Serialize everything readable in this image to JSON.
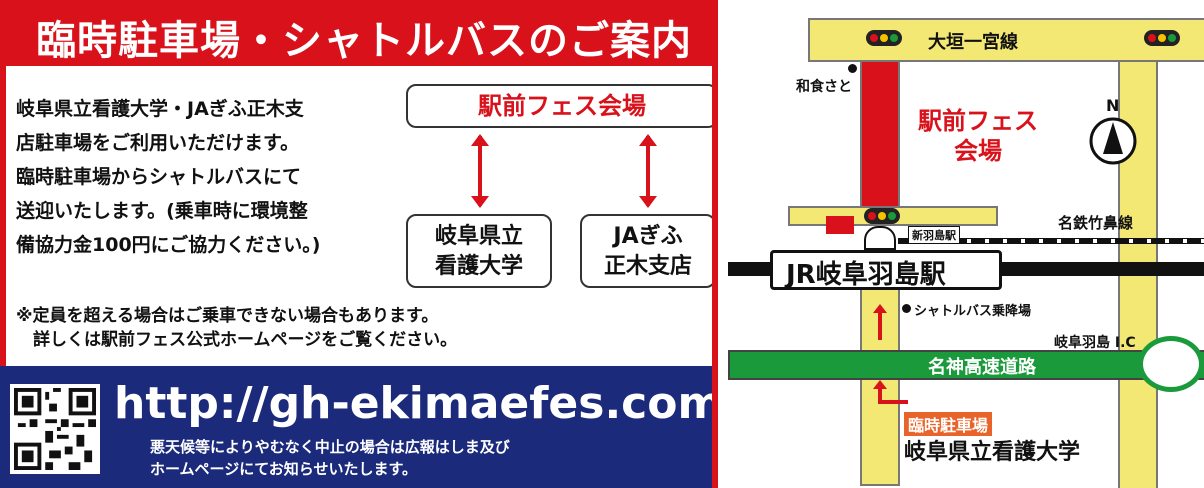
{
  "title": "臨時駐車場・シャトルバスのご案内",
  "intro": "岐阜県立看護大学・JAぎふ正木支\n店駐車場をご利用いただけます。\n臨時駐車場からシャトルバスにて\n送迎いたします。(乗車時に環境整\n備協力金100円にご協力ください。)",
  "diagram": {
    "venue": "駅前フェス会場",
    "nurse": "岐阜県立\n看護大学",
    "ja": "JAぎふ\n正木支店"
  },
  "note": "※定員を超える場合はご乗車できない場合もあります。\n　詳しくは駅前フェス公式ホームページをご覧ください。",
  "url": "http://gh-ekimaefes.com/",
  "url_note": "悪天候等によりやむなく中止の場合は広報はしま及び\nホームページにてお知らせいたします。",
  "map": {
    "road_top": "大垣一宮線",
    "restaurant": "和食さと",
    "venue": "駅前フェス\n会場",
    "north": "N",
    "meitetsu": "名鉄竹鼻線",
    "shinhashima": "新羽島駅",
    "station": "JR岐阜羽島駅",
    "shuttle_stop": "シャトルバス乗降場",
    "ic": "岐阜羽島 I.C",
    "expressway": "名神高速道路",
    "parking_tag": "臨時駐車場",
    "parking": "岐阜県立看護大学"
  },
  "colors": {
    "red": "#d8111a",
    "navy": "#1b2a7a",
    "green": "#1a9a3a",
    "road": "#f3e873"
  }
}
